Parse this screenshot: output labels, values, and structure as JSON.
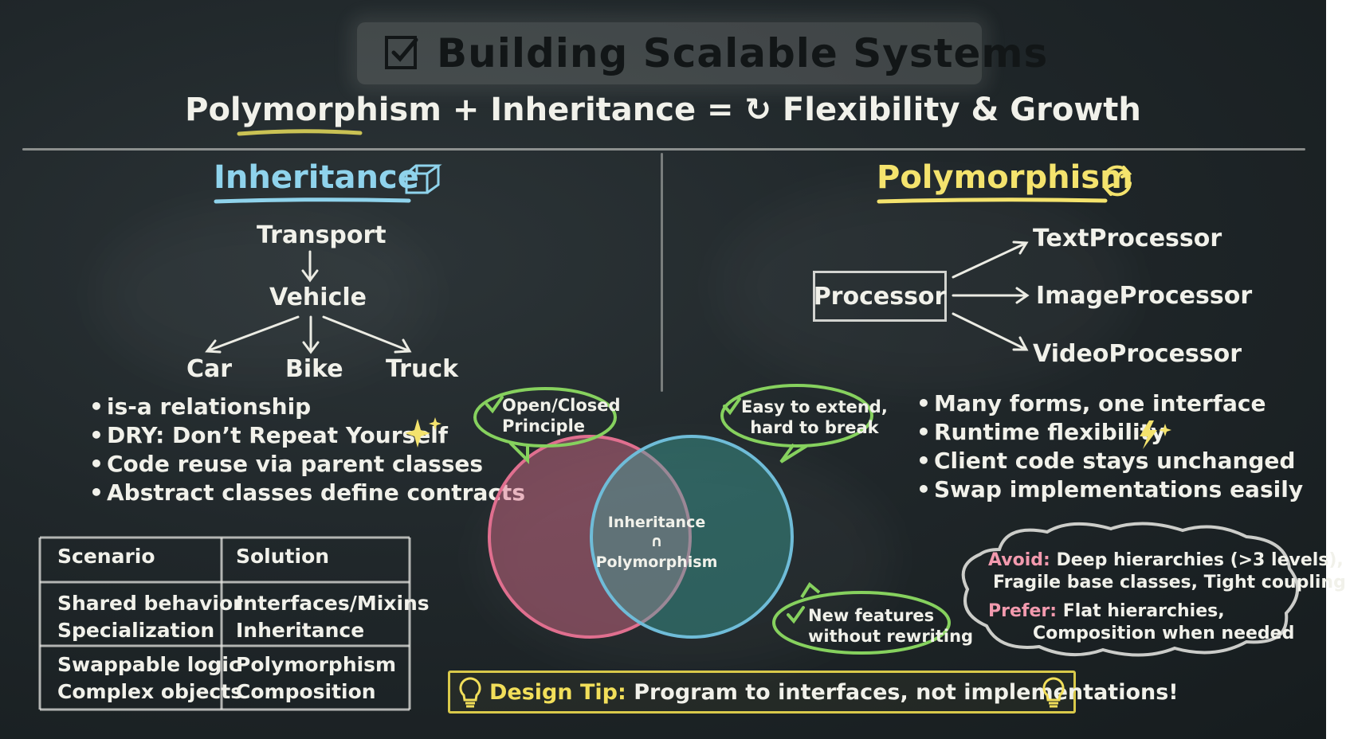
{
  "header": {
    "title": "Building Scalable Systems",
    "subtitle": "Polymorphism + Inheritance = ↻ Flexibility & Growth"
  },
  "inheritance": {
    "heading": "Inheritance",
    "tree": {
      "root": "Transport",
      "parent": "Vehicle",
      "children": [
        "Car",
        "Bike",
        "Truck"
      ]
    },
    "bullets": [
      "is-a relationship",
      "DRY: Don’t Repeat Yourself",
      "Code reuse via parent classes",
      "Abstract classes define contracts"
    ]
  },
  "polymorphism": {
    "heading": "Polymorphism",
    "base": "Processor",
    "implementations": [
      "TextProcessor",
      "ImageProcessor",
      "VideoProcessor"
    ],
    "bullets": [
      "Many forms, one interface",
      "Runtime flexibility",
      "Client code stays unchanged",
      "Swap implementations easily"
    ]
  },
  "table": {
    "headers": [
      "Scenario",
      "Solution"
    ],
    "rows": [
      [
        "Shared behavior",
        "Interfaces/Mixins"
      ],
      [
        "Specialization",
        "Inheritance"
      ],
      [
        "Swappable logic",
        "Polymorphism"
      ],
      [
        "Complex objects",
        "Composition"
      ]
    ]
  },
  "venn": {
    "left_set": "Inheritance",
    "operator": "∩",
    "right_set": "Polymorphism",
    "bubbles": {
      "open_closed": [
        "Open/Closed",
        "Principle"
      ],
      "extend": [
        "Easy to extend,",
        "hard to break"
      ],
      "features": [
        "New features",
        "without rewriting"
      ]
    }
  },
  "advice": {
    "avoid_label": "Avoid:",
    "avoid_text_1": "Deep hierarchies (>3 levels),",
    "avoid_text_2": "Fragile base classes, Tight coupling",
    "prefer_label": "Prefer:",
    "prefer_text_1": "Flat hierarchies,",
    "prefer_text_2": "Composition when needed"
  },
  "tip": {
    "label": "Design Tip:",
    "text": "Program to interfaces, not implementations!"
  },
  "colors": {
    "inheritance_blue": "#8fd3ec",
    "polymorphism_yellow": "#f4e36d",
    "venn_pink": "#e06f8f",
    "venn_teal": "#5cb8b0",
    "bubble_green": "#86d15e",
    "tip_yellow": "#d9c94a"
  },
  "icons": [
    "checklist-icon",
    "cube-icon",
    "cycle-icon",
    "sparkle-icon",
    "lightning-icon",
    "lightbulb-icon",
    "checkmark-icon"
  ]
}
